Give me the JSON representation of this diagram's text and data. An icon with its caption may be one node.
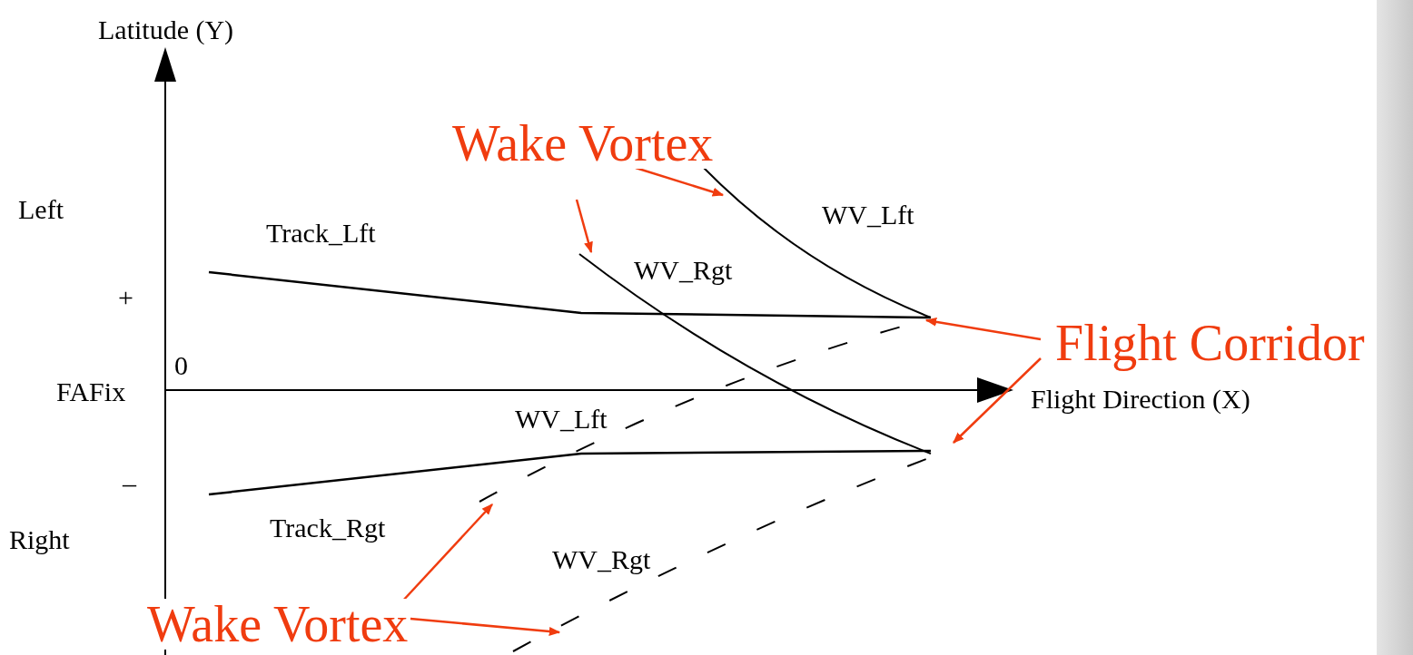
{
  "diagram": {
    "nodes": [
      {
        "text": [
          "Wake Vortex"
        ]
      },
      {
        "text": [
          "Flight Corridor"
        ]
      },
      {
        "text": [
          "Wake Vortex"
        ]
      },
      {
        "text": [],
        "shape": "curve"
      },
      {
        "text": [],
        "shape": "curve"
      },
      {
        "text": [],
        "shape": "line",
        "beside": [
          "Track_Lft"
        ]
      },
      {
        "text": [],
        "shape": "line",
        "beside": [
          "Track_Rgt"
        ]
      },
      {
        "text": [],
        "shape": "curve"
      },
      {
        "text": [],
        "shape": "curve"
      }
    ],
    "edges": [
      {
        "from": 0,
        "to": 3,
        "arrow": "to"
      },
      {
        "from": 0,
        "to": 4,
        "arrow": "to"
      },
      {
        "from": 1,
        "to": 5,
        "arrow": "to"
      },
      {
        "from": 1,
        "to": 6,
        "arrow": "to"
      },
      {
        "from": 2,
        "to": 7,
        "arrow": "to"
      },
      {
        "from": 2,
        "to": 8,
        "arrow": "to"
      }
    ],
    "labels": [
      "Latitude (Y)",
      "Left",
      "WV_Lft",
      "WV_Rgt",
      "+",
      "0",
      "FAFix",
      "Flight Direction (X)",
      "WV_Lft",
      "–",
      "Right",
      "WV_Rgt"
    ]
  }
}
